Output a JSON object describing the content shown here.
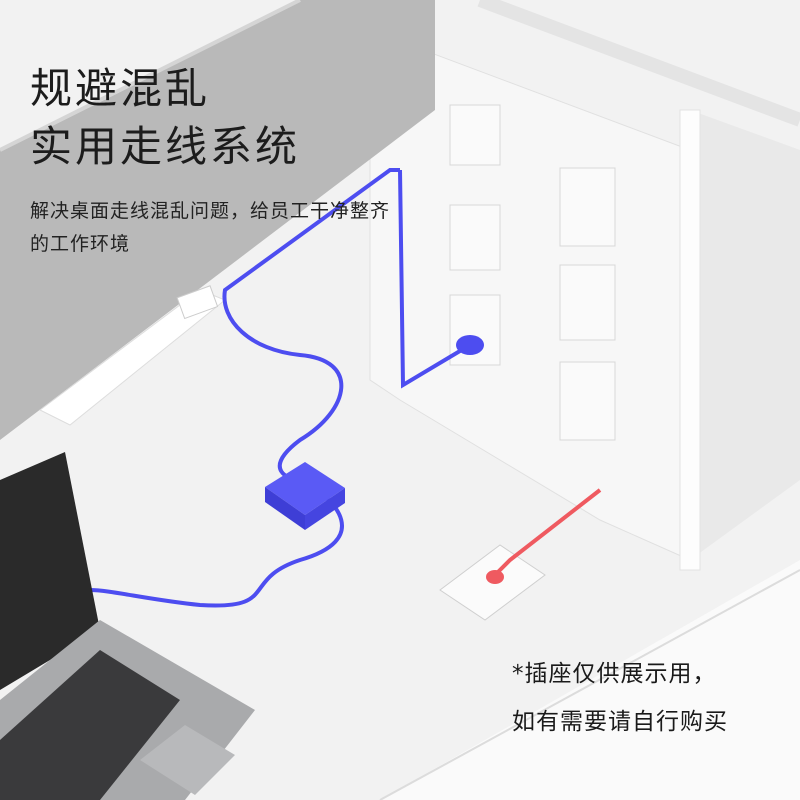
{
  "headline": {
    "line1": "规避混乱",
    "line2": "实用走线系统"
  },
  "subtitle": {
    "line1": "解决桌面走线混乱问题，给员工干净整齐",
    "line2": "的工作环境"
  },
  "note": {
    "line1": "*插座仅供展示用，",
    "line2": "如有需要请自行购买"
  },
  "colors": {
    "cable_blue": "#4d4df0",
    "cable_red": "#ef5a60",
    "panel_gray": "#b9b9b9",
    "desk_white": "#f3f3f3"
  }
}
